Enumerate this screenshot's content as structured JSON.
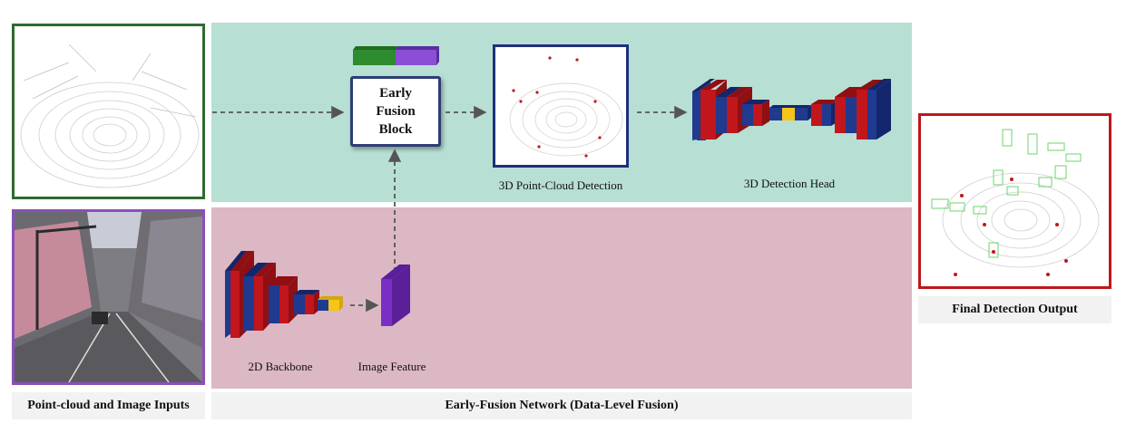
{
  "labels": {
    "fusion_block": [
      "Early",
      "Fusion",
      "Block"
    ],
    "pc_detection": "3D Point-Cloud Detection",
    "detection_head": "3D Detection Head",
    "backbone_2d": "2D Backbone",
    "image_feature": "Image Feature"
  },
  "captions": {
    "inputs": "Point-cloud and Image Inputs",
    "network": "Early-Fusion Network (Data-Level Fusion)",
    "output": "Final Detection Output"
  },
  "colors": {
    "top_panel": "#b7dfd3",
    "bottom_panel": "#dbb8c4",
    "block_red": "#c0161c",
    "block_blue": "#1f3a8f",
    "block_yellow": "#f5c518",
    "feature_purple": "#7a2ec4",
    "lidar_frame": "#2f6b2f",
    "image_frame": "#8a4fb8",
    "output_frame": "#c0161c",
    "detection_frame": "#1f2f7a"
  }
}
